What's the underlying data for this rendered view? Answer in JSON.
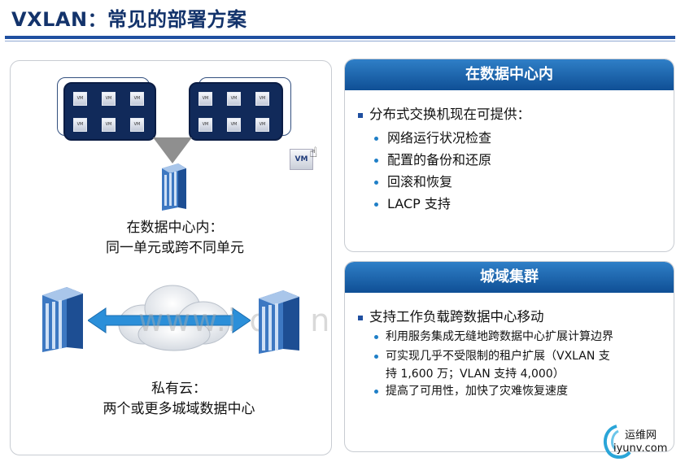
{
  "slide": {
    "title": "VXLAN：常见的部署方案"
  },
  "left": {
    "vm_label": "VM",
    "caption_top_line1": "在数据中心内：",
    "caption_top_line2": "同一单元或跨不同单元",
    "caption_bottom_line1": "私有云：",
    "caption_bottom_line2": "两个或更多城域数据中心",
    "watermark": "www.i  oci   n"
  },
  "box1": {
    "heading": "在数据中心内",
    "bullet": "分布式交换机现在可提供：",
    "items": [
      "网络运行状况检查",
      "配置的备份和还原",
      "回滚和恢复",
      "LACP 支持"
    ]
  },
  "box2": {
    "heading": "城域集群",
    "bullet": "支持工作负载跨数据中心移动",
    "item1": "利用服务集成无缝地跨数据中心扩展计算边界",
    "item2_line1": "可实现几乎不受限制的租户扩展（VXLAN 支",
    "item2_line2": "持 1,600 万；VLAN 支持 4,000）",
    "item3": "提高了可用性，加快了灾难恢复速度"
  },
  "logo": {
    "line1": "运维网",
    "line2": "iyunv.com"
  },
  "colors": {
    "title": "#13336b",
    "rule": "#1f4fa0",
    "header_top": "#2f7fc7",
    "header_bottom": "#0f4f95",
    "rack": "#112a5a",
    "arrow": "#2b8fd9"
  }
}
